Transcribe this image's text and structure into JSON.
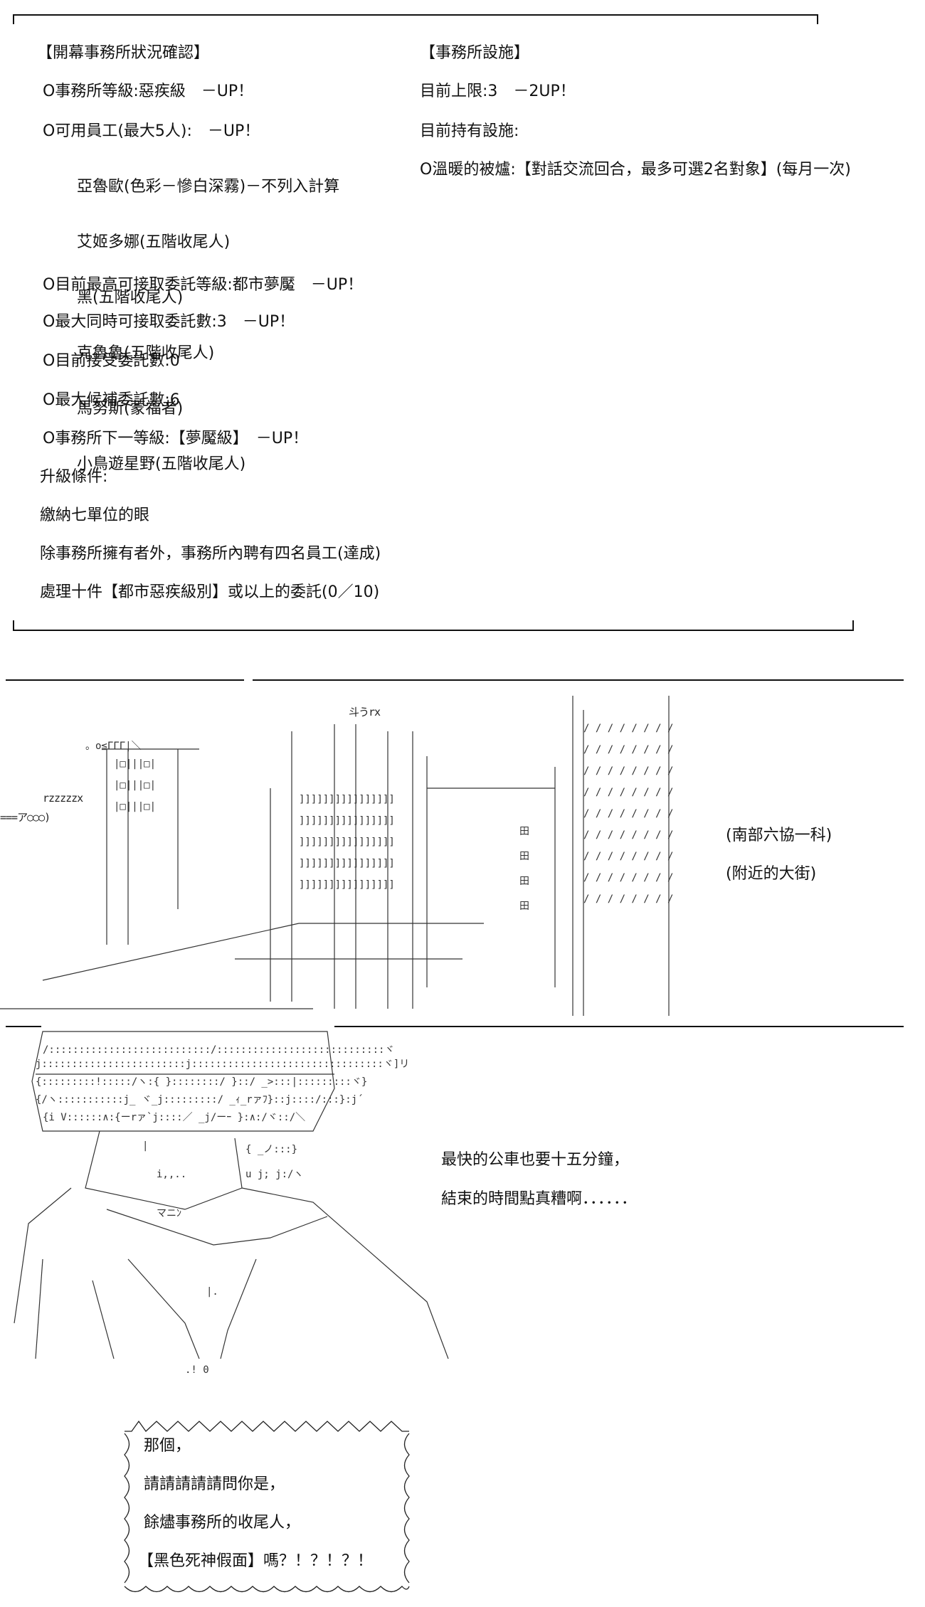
{
  "status_panel": {
    "title": "【開幕事務所狀況確認】",
    "level": "O事務所等級:惡疾級　－UP！",
    "staff_header": "O可用員工(最大5人):　－UP！",
    "staff": [
      "亞魯歐(色彩－慘白深霧)－不列入計算",
      "艾姬多娜(五階收尾人)",
      "黑(五階收尾人)",
      "克魯魯(五階收尾人)",
      "馬努斯(蒙福者)",
      "小鳥遊星野(五階收尾人)"
    ],
    "max_grade": "O目前最高可接取委託等級:都市夢魘　－UP！",
    "max_concurrent": "O最大同時可接取委託數:3　－UP！",
    "current_accepted": "O目前接受委託數:0",
    "max_candidates": "O最大候補委託數:6",
    "next_level": "O事務所下一等級:【夢魘級】　－UP！",
    "upgrade_label": "升級條件:",
    "conditions": [
      "繳納七單位的眼",
      "除事務所擁有者外，事務所內聘有四名員工(達成)",
      "處理十件【都市惡疾級別】或以上的委託(0／10)"
    ]
  },
  "facility_panel": {
    "title": "【事務所設施】",
    "limit": "目前上限:3　－2UP！",
    "owned_label": "目前持有設施:",
    "item": "O溫暖的被爐:【對話交流回合，最多可選2名對象】(每月一次)"
  },
  "scene": {
    "location": "(南部六協一科)",
    "sublocation": "(附近的大街)",
    "monologue": [
      "最快的公車也要十五分鐘，",
      "結束的時間點真糟啊．．．．．．"
    ],
    "speech": [
      "那個，",
      "請請請請請問你是，",
      "餘燼事務所的收尾人，",
      "【黑色死神假面】嗎？！？！？！"
    ],
    "sign_text": "rzzzzzx",
    "bus_text": "===ア○○○)",
    "shop_text": "斗うrx"
  }
}
